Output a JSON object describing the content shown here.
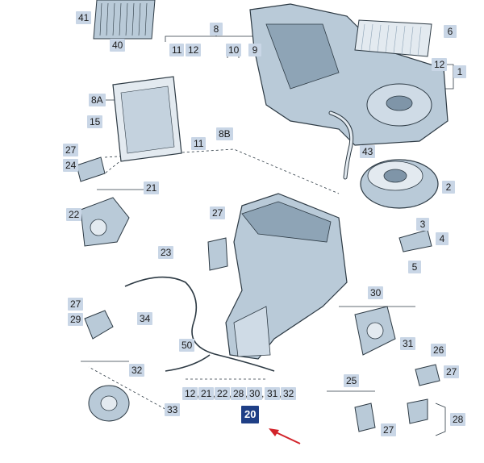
{
  "diagram": {
    "colors": {
      "part": "#b9cad8",
      "part_dark": "#7f95a8",
      "outline": "#2d3a44",
      "tag": "#c9d6e6",
      "highlight": "#1f3f86",
      "arrow": "#d2232a"
    },
    "highlighted": "20",
    "labels": {
      "l41": "41",
      "l40": "40",
      "l8": "8",
      "l11a": "11",
      "l12a": "12",
      "l10": "10",
      "l9": "9",
      "l6": "6",
      "l12b": "12",
      "l1": "1",
      "l8A": "8A",
      "l15": "15",
      "l8B": "8B",
      "l11b": "11",
      "l27a": "27",
      "l24": "24",
      "l43": "43",
      "l21": "21",
      "l2": "2",
      "l22": "22",
      "l27b": "27",
      "l3": "3",
      "l4": "4",
      "l23": "23",
      "l5": "5",
      "l30a": "30",
      "l27c": "27",
      "l29": "29",
      "l34": "34",
      "l31": "31",
      "l50": "50",
      "l26": "26",
      "l27d": "27",
      "l32": "32",
      "l25": "25",
      "l33": "33",
      "l28": "28",
      "l27e": "27",
      "s12": "12",
      "s21": "21",
      "s22": "22",
      "s28": "28",
      "s30": "30",
      "s31": "31",
      "s32": "32",
      "l20": "20"
    }
  }
}
